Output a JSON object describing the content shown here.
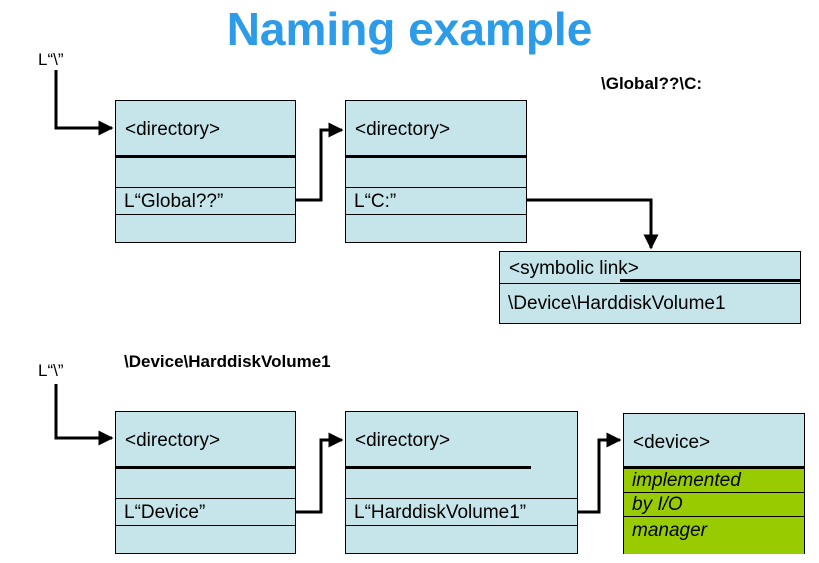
{
  "title": "Naming example",
  "top": {
    "root_label": "L“\\”",
    "path_label": "\\Global??\\C:",
    "dir1": {
      "header": "<directory>",
      "entry": "L“Global??”"
    },
    "dir2": {
      "header": "<directory>",
      "entry": "L“C:”"
    },
    "symlink": {
      "header": "<symbolic link>",
      "target": "\\Device\\HarddiskVolume1"
    }
  },
  "bottom": {
    "root_label": "L“\\”",
    "path_label": "\\Device\\HarddiskVolume1",
    "dir1": {
      "header": "<directory>",
      "entry": "L“Device”"
    },
    "dir2": {
      "header": "<directory>",
      "entry": "L“HarddiskVolume1”"
    },
    "device": {
      "header": "<device>",
      "lines": [
        "implemented",
        "by I/O",
        "manager"
      ]
    }
  },
  "colors": {
    "title": "#2c9be8",
    "box": "#c6e5ea",
    "device_body": "#99cc00"
  }
}
